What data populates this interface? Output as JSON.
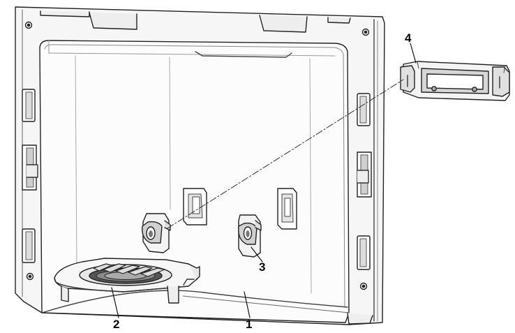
{
  "callouts": {
    "c1": "1",
    "c2": "2",
    "c3": "3",
    "c4": "4"
  },
  "colors": {
    "line": "#222222",
    "panel_fill": "#f5f5f5",
    "inner_fill": "#fbfbfb",
    "shade": "#bfbfbf",
    "dark": "#555555"
  }
}
